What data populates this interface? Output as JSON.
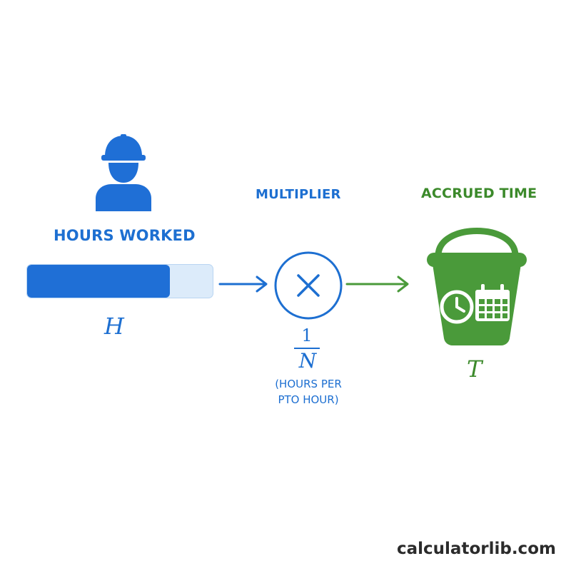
{
  "hours": {
    "label": "HOURS WORKED",
    "variable": "H",
    "progress_fraction": 0.77
  },
  "multiplier": {
    "label": "MULTIPLIER",
    "fraction_numerator": "1",
    "fraction_denominator": "N",
    "note_line1": "(HOURS PER",
    "note_line2": "PTO HOUR)"
  },
  "accrued": {
    "label": "ACCRUED TIME",
    "variable": "T"
  },
  "brand": "calculatorlib.com",
  "colors": {
    "blue": "#1d6fd1",
    "light_blue": "#dcebfa",
    "green": "#4a9a3a",
    "dark_green": "#3c8a2b"
  },
  "icons": {
    "worker": "construction-worker-icon",
    "multiply": "multiply-icon",
    "bucket": "bucket-icon",
    "clock": "clock-icon",
    "calendar": "calendar-icon"
  }
}
